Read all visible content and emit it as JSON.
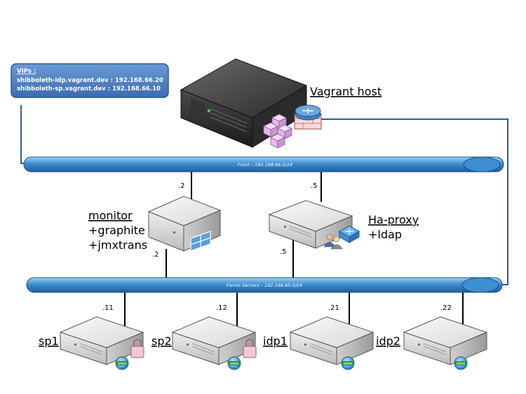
{
  "vips": {
    "title": "VIPs :",
    "lines": [
      "shibboleth-idp.vagrant.dev : 192.168.66.20",
      "shibboleth-sp.vagrant.dev : 192.168.66.10"
    ]
  },
  "host": {
    "label": "Vagrant host"
  },
  "networks": {
    "front": "Front – 192.168.66.0/24",
    "farm": "Farms Servers – 192.168.65.0/24"
  },
  "monitor": {
    "lines": [
      "monitor",
      "+graphite",
      "+jmxtrans"
    ],
    "ip_front": ".2",
    "ip_farm": ".2"
  },
  "haproxy": {
    "lines": [
      "Ha-proxy",
      "+ldap"
    ],
    "ip_front": ".5",
    "ip_farm": ".5"
  },
  "nodes": [
    {
      "label": "sp1",
      "ip": ".11",
      "icons": [
        "lock-icon",
        "www-icon"
      ]
    },
    {
      "label": "sp2",
      "ip": ".12",
      "icons": [
        "lock-icon",
        "www-icon"
      ]
    },
    {
      "label": "idp1",
      "ip": ".21",
      "icons": [
        "www-icon"
      ]
    },
    {
      "label": "idp2",
      "ip": ".22",
      "icons": [
        "www-icon"
      ]
    }
  ],
  "colors": {
    "network_bus": "#3d8fd1",
    "link_line": "#2f5f8f",
    "vip_box": "#4a7fc0"
  }
}
